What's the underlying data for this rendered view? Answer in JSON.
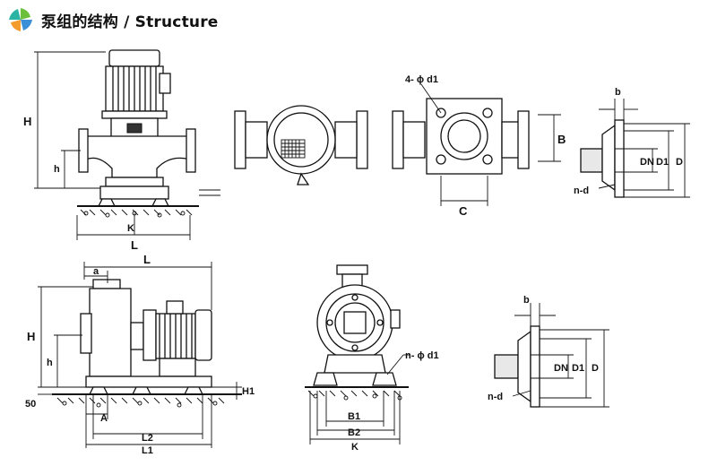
{
  "header": {
    "title": "泵组的结构 / Structure"
  },
  "brand_colors": {
    "logo_green": "#6cbf3a",
    "logo_orange": "#f39c2b",
    "logo_blue": "#3a8fd6",
    "logo_teal": "#2bb3a3"
  },
  "labels": {
    "v_H": "H",
    "v_h": "h",
    "v_K": "K",
    "v_L": "L",
    "fl_hole": "4- ϕ d1",
    "fl_B": "B",
    "fl_C": "C",
    "tf_b": "b",
    "tf_DN": "DN",
    "tf_D1": "D1",
    "tf_D": "D",
    "tf_nd": "n-d",
    "h_L": "L",
    "h_a": "a",
    "h_H": "H",
    "h_h": "h",
    "h_50": "50",
    "h_H1": "H1",
    "h_A": "A",
    "h_L2": "L2",
    "h_L1": "L1",
    "e_nd1": "n- ϕ d1",
    "e_B1": "B1",
    "e_B2": "B2",
    "e_K": "K",
    "bf_b": "b",
    "bf_DN": "DN",
    "bf_D1": "D1",
    "bf_D": "D",
    "bf_nd": "n-d"
  }
}
